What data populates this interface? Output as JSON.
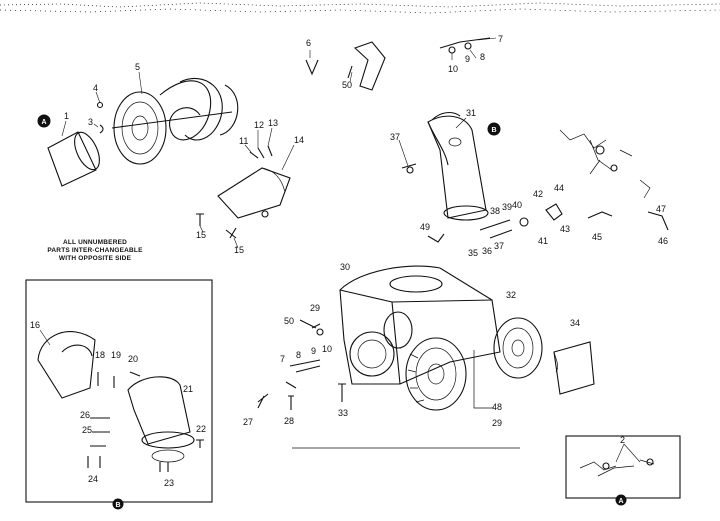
{
  "note": {
    "line1": "ALL UNNUMBERED",
    "line2": "PARTS INTER-CHANGEABLE",
    "line3": "WITH OPPOSITE SIDE"
  },
  "refs": {
    "a": "A",
    "b": "B"
  },
  "callouts": {
    "c1": "1",
    "c2": "2",
    "c3": "3",
    "c4": "4",
    "c5": "5",
    "c6": "6",
    "c7": "7",
    "c8": "8",
    "c9": "9",
    "c10": "10",
    "c11": "11",
    "c12": "12",
    "c13": "13",
    "c14": "14",
    "c15": "15",
    "c16": "16",
    "c18": "18",
    "c19": "19",
    "c20": "20",
    "c21": "21",
    "c22": "22",
    "c23": "23",
    "c24": "24",
    "c25": "25",
    "c26": "26",
    "c27": "27",
    "c28": "28",
    "c29": "29",
    "c30": "30",
    "c31": "31",
    "c32": "32",
    "c33": "33",
    "c34": "34",
    "c35": "35",
    "c36": "36",
    "c37": "37",
    "c38": "38",
    "c39": "39",
    "c40": "40",
    "c41": "41",
    "c42": "42",
    "c43": "43",
    "c44": "44",
    "c45": "45",
    "c46": "46",
    "c47": "47",
    "c48": "48",
    "c49": "49",
    "c50": "50"
  }
}
